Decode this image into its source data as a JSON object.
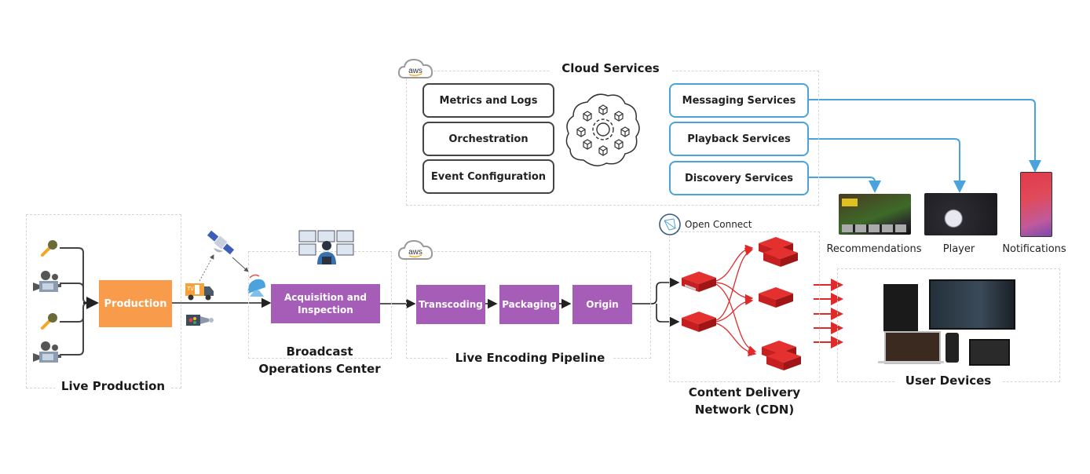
{
  "cloud_services": {
    "title": "Cloud Services",
    "aws_badge": "aws",
    "left_items": [
      "Metrics and Logs",
      "Orchestration",
      "Event Configuration"
    ],
    "right_items": [
      "Messaging Services",
      "Playback Services",
      "Discovery Services"
    ],
    "center_icon": "cloud-gear-icon"
  },
  "live_production": {
    "title": "Live Production",
    "box_label": "Production",
    "inputs": [
      "microphone-icon",
      "video-camera-icon",
      "microphone-icon",
      "video-camera-icon"
    ]
  },
  "transport": {
    "icons": [
      "satellite-icon",
      "tv-van-icon",
      "satellite-dish-icon",
      "fiber-cable-icon"
    ]
  },
  "broadcast_ops": {
    "title_line1": "Broadcast",
    "title_line2": "Operations Center",
    "box_label_line1": "Acquisition and",
    "box_label_line2": "Inspection",
    "icon": "operator-monitors-icon"
  },
  "encoding": {
    "title": "Live Encoding Pipeline",
    "aws_badge": "aws",
    "steps": [
      "Transcoding",
      "Packaging",
      "Origin"
    ]
  },
  "cdn": {
    "brand": "Open Connect",
    "title_line1": "Content Delivery",
    "title_line2": "Network (CDN)"
  },
  "outputs": {
    "items": [
      "Recommendations",
      "Player",
      "Notifications"
    ]
  },
  "user_devices": {
    "title": "User Devices"
  },
  "colors": {
    "purple": "#a65db8",
    "orange": "#f89b4b",
    "blue": "#4aa3dd",
    "red": "#e02a2a"
  }
}
